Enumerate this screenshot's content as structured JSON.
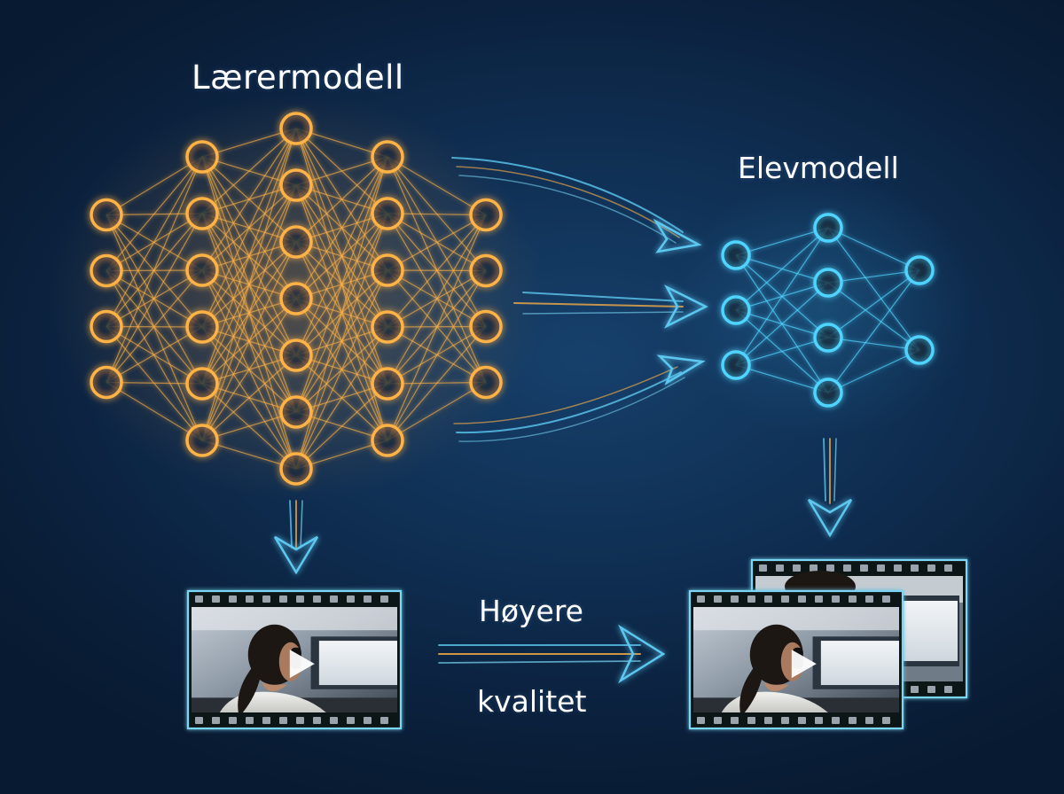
{
  "teacher": {
    "title": "Lærermodell",
    "layers": [
      4,
      6,
      7,
      6,
      4
    ],
    "color": "#ffb347"
  },
  "student": {
    "title": "Elevmodell",
    "layers": [
      3,
      4,
      2
    ],
    "color": "#4fd3ff"
  },
  "comparison": {
    "line1": "Høyere",
    "line2": "kvalitet"
  },
  "colors": {
    "background": "#0f2e52",
    "arrow": "#5cc8f0",
    "arrow_accent": "#ffb347",
    "frame_border": "#7ad7f5"
  },
  "icons": {
    "play": "play-icon",
    "film": "film-strip-icon"
  }
}
